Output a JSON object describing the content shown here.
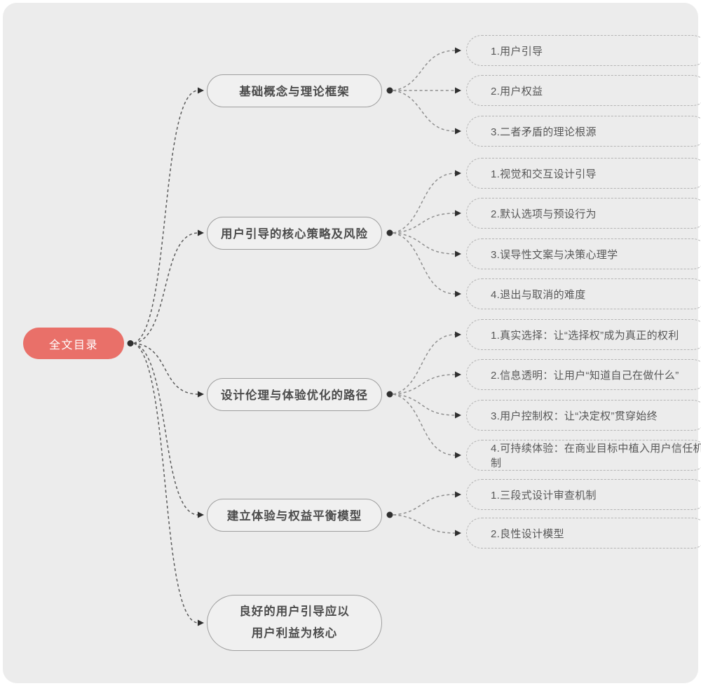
{
  "root": {
    "label": "全文目录"
  },
  "branches": [
    {
      "label": "基础概念与理论框架",
      "children": [
        "1.用户引导",
        "2.用户权益",
        "3.二者矛盾的理论根源"
      ]
    },
    {
      "label": "用户引导的核心策略及风险",
      "children": [
        "1.视觉和交互设计引导",
        "2.默认选项与预设行为",
        "3.误导性文案与决策心理学",
        "4.退出与取消的难度"
      ]
    },
    {
      "label": "设计伦理与体验优化的路径",
      "children": [
        "1.真实选择：让“选择权”成为真正的权利",
        "2.信息透明：让用户“知道自己在做什么”",
        "3.用户控制权：让“决定权”贯穿始终",
        "4.可持续体验：在商业目标中植入用户信任机制"
      ]
    },
    {
      "label": "建立体验与权益平衡模型",
      "children": [
        "1.三段式设计审查机制",
        "2.良性设计模型"
      ]
    },
    {
      "label": "良好的用户引导应以\n用户利益为核心",
      "children": []
    }
  ],
  "colors": {
    "canvas_bg": "#ececec",
    "root_fill": "#e97069",
    "branch_border": "#9e9e9e",
    "leaf_border": "#b4b4b4",
    "connector": "#8f8f8f",
    "arrow_dot": "#2f2f2f"
  }
}
